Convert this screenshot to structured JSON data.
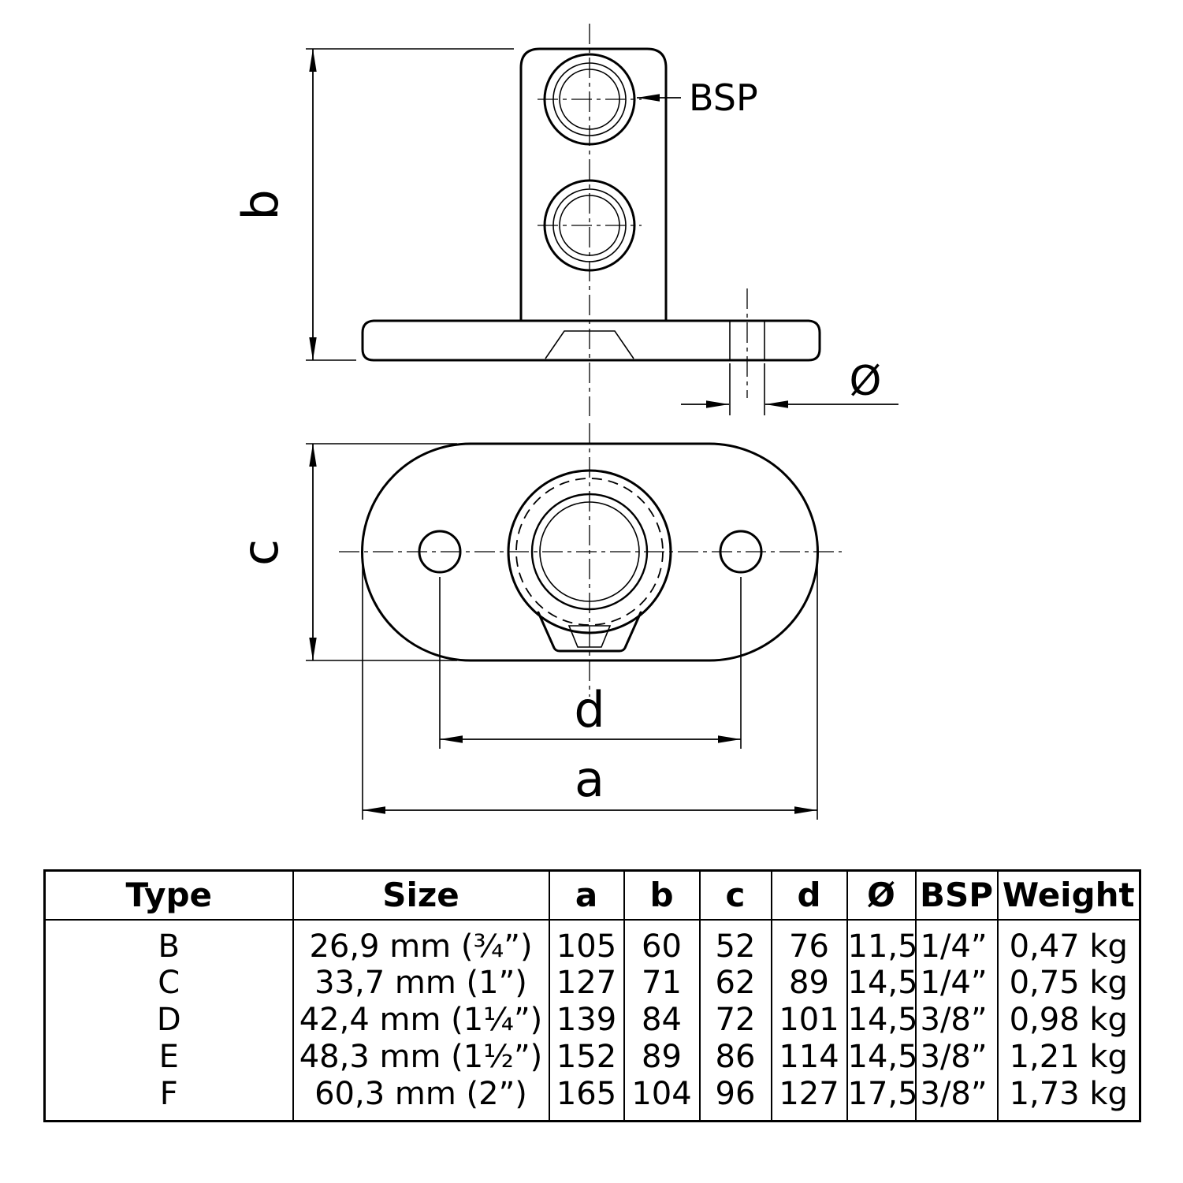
{
  "drawing": {
    "labels": {
      "bsp": "BSP",
      "b": "b",
      "c": "c",
      "d": "d",
      "a": "a",
      "diameter": "Ø"
    }
  },
  "table": {
    "headers": [
      "Type",
      "Size",
      "a",
      "b",
      "c",
      "d",
      "Ø",
      "BSP",
      "Weight"
    ],
    "rows": [
      {
        "type": "B",
        "size": "26,9 mm (¾”)",
        "a": "105",
        "b": "60",
        "c": "52",
        "d": "76",
        "diameter": "11,5",
        "bsp": "1/4”",
        "weight": "0,47 kg"
      },
      {
        "type": "C",
        "size": "33,7 mm (1”)",
        "a": "127",
        "b": "71",
        "c": "62",
        "d": "89",
        "diameter": "14,5",
        "bsp": "1/4”",
        "weight": "0,75 kg"
      },
      {
        "type": "D",
        "size": "42,4 mm (1¼”)",
        "a": "139",
        "b": "84",
        "c": "72",
        "d": "101",
        "diameter": "14,5",
        "bsp": "3/8”",
        "weight": "0,98 kg"
      },
      {
        "type": "E",
        "size": "48,3 mm (1½”)",
        "a": "152",
        "b": "89",
        "c": "86",
        "d": "114",
        "diameter": "14,5",
        "bsp": "3/8”",
        "weight": "1,21 kg"
      },
      {
        "type": "F",
        "size": "60,3 mm (2”)",
        "a": "165",
        "b": "104",
        "c": "96",
        "d": "127",
        "diameter": "17,5",
        "bsp": "3/8”",
        "weight": "1,73 kg"
      }
    ]
  }
}
